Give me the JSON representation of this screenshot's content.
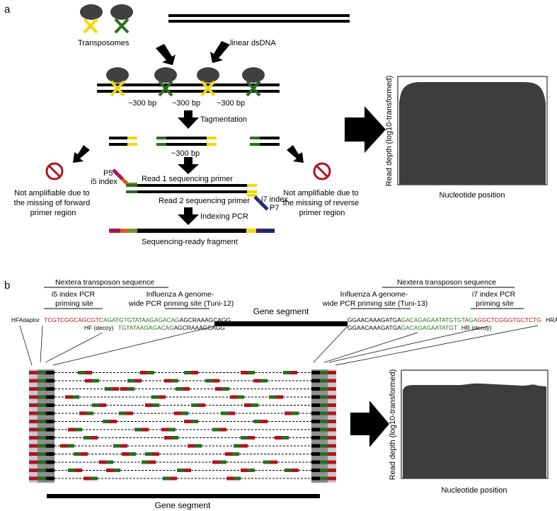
{
  "panel_a": {
    "label": "a",
    "transposomes": "Transposomes",
    "linear_dsdna": "linear dsDNA",
    "bp1": "~300 bp",
    "bp2": "~300 bp",
    "bp3": "~300 bp",
    "tagmentation": "Tagmentation",
    "bp_fragment": "~300 bp",
    "p5": "P5",
    "i5_index": "i5 index",
    "read1": "Read 1 sequencing primer",
    "read2": "Read 2 sequencing primer",
    "i7_index": "i7 index",
    "p7": "P7",
    "indexing_pcr": "Indexing PCR",
    "sequencing_ready": "Sequencing-ready fragment",
    "not_amp_left_1": "Not amplifiable due to",
    "not_amp_left_2": "the missing of forward",
    "not_amp_left_3": "primer region",
    "not_amp_right_1": "Not amplifiable due to",
    "not_amp_right_2": "the missing of reverse",
    "not_amp_right_3": "primer region",
    "plot_ylabel": "Read depth (log10-transformed)",
    "plot_xlabel": "Nucleotide position"
  },
  "panel_b": {
    "label": "b",
    "nextera_left": "Nextera transposon sequence",
    "nextera_right": "Nextera transposon sequence",
    "i5_pcr_1": "i5 index PCR",
    "i5_pcr_2": "priming site",
    "flu_left_1": "Influenza A genome-",
    "flu_left_2": "wide PCR priming site (Tuni-12)",
    "flu_right_1": "Influenza A genome-",
    "flu_right_2": "wide PCR priming site (Tuni-13)",
    "i7_pcr_1": "i7 index PCR",
    "i7_pcr_2": "priming site",
    "gene_segment_top": "Gene segment",
    "gene_segment_bottom": "Gene segment",
    "hfadaptor": "HFAdaptor",
    "hf_red": "TCGTCGGCAGCGTC",
    "hf_green": "AGATGTGTATAAGAGACAG",
    "hf_black": "AGCRAAAGCAGG",
    "hf_decoy_label": "HF (decoy)",
    "hf_decoy_green": "TGTATAAGAGACAG",
    "hf_decoy_black": "AGCRAAAGCAGG",
    "hr_black": "GGAACAAAGATGA",
    "hr_green": "GACAGAGAATATGTGTAGA",
    "hr_red": "GGCTCGGGTGCTCTG",
    "hradaptor": "HRAdaptor",
    "hr_decoy_black": "GGAACAAAGATGA",
    "hr_decoy_green": "GACAGAGAATATGT",
    "hr_decoy_label": "HR (decoy)",
    "plot_ylabel": "Read depth (log10-transformed)",
    "plot_xlabel": "Nucleotide position"
  },
  "colors": {
    "yellow": "#f2d900",
    "green": "#2e6b22",
    "red": "#b0141c",
    "plot_fill": "#3d3d3d",
    "gray_light": "#c8c8cc",
    "gray_dark": "#8e8e92"
  }
}
